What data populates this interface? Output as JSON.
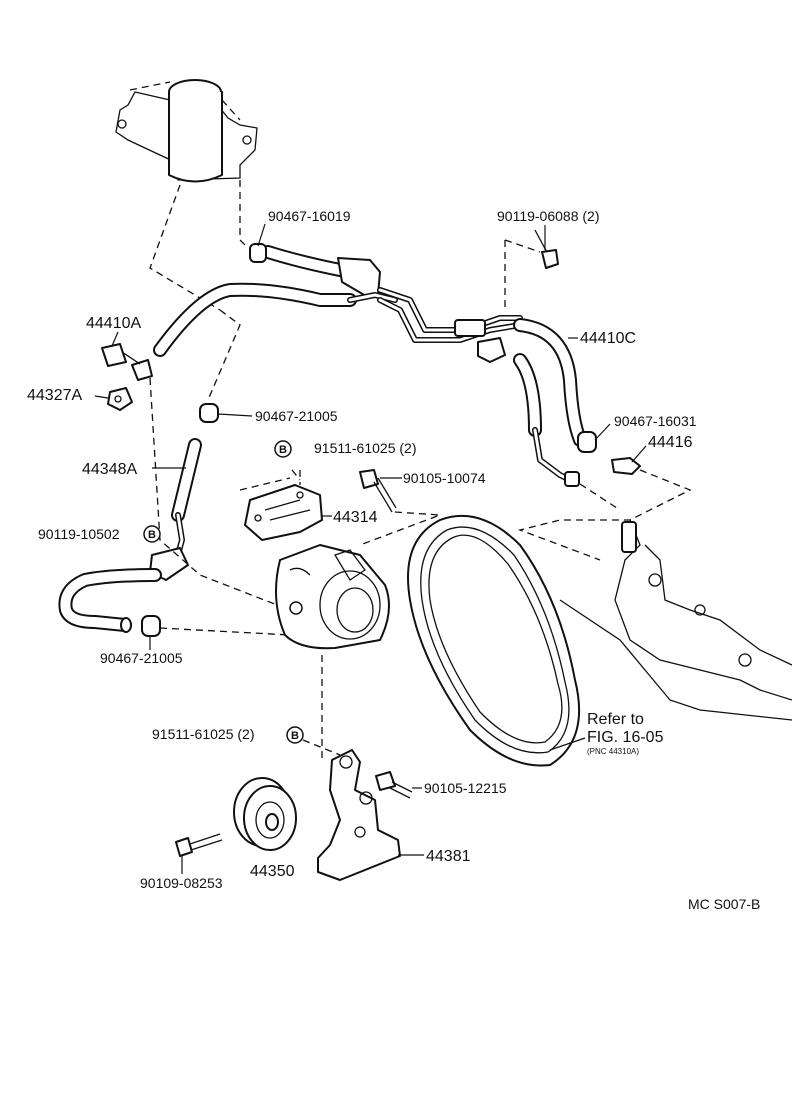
{
  "diagram": {
    "parts": {
      "hose_clamp_upper": "90467-16019",
      "bolt_upper_right": "90119-06088 (2)",
      "return_pipe_44410A": "44410A",
      "pressure_pipe_44410C": "44410C",
      "clamp_44327A": "44327A",
      "clamp_90467_21005_a": "90467-21005",
      "clamp_90467_16031": "90467-16031",
      "union_44416": "44416",
      "marker_B_label": "B",
      "washer_91511_upper": "91511-61025 (2)",
      "hose_44348A": "44348A",
      "bolt_90105_10074": "90105-10074",
      "cover_44314": "44314",
      "bolt_90119_10502": "90119-10502",
      "clamp_90467_21005_b": "90467-21005",
      "washer_91511_lower": "91511-61025 (2)",
      "bolt_90105_12215": "90105-12215",
      "bracket_44381": "44381",
      "pulley_44350": "44350",
      "bolt_90109_08253": "90109-08253"
    },
    "reference": {
      "line1": "Refer to",
      "line2": "FIG. 16-05",
      "line3": "(PNC 44310A)"
    },
    "figure_code": "MC S007-B"
  }
}
